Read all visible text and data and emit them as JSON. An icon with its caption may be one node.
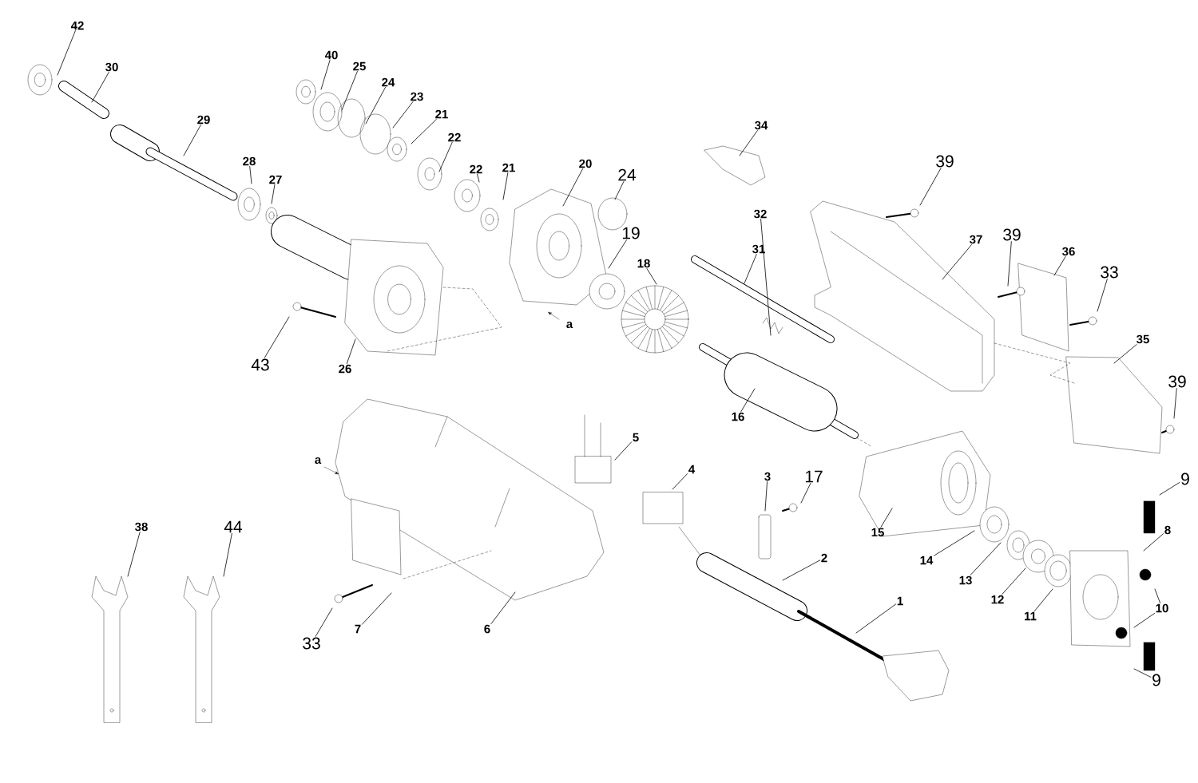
{
  "diagram": {
    "nodes": [
      {
        "text": [
          "42"
        ]
      },
      {
        "text": [
          "30"
        ]
      },
      {
        "text": [
          "29"
        ]
      },
      {
        "text": [
          "28"
        ]
      },
      {
        "text": [
          "27"
        ]
      },
      {
        "text": [
          "40"
        ]
      },
      {
        "text": [
          "25"
        ]
      },
      {
        "text": [
          "24"
        ]
      },
      {
        "text": [
          "23"
        ]
      },
      {
        "text": [
          "21"
        ]
      },
      {
        "text": [
          "22"
        ]
      },
      {
        "text": [
          "22"
        ]
      },
      {
        "text": [
          "21"
        ]
      },
      {
        "text": [
          "20"
        ]
      },
      {
        "text": [
          "24"
        ]
      },
      {
        "text": [
          "19"
        ]
      },
      {
        "text": [
          "18"
        ]
      },
      {
        "text": [
          "34"
        ]
      },
      {
        "text": [
          "32"
        ]
      },
      {
        "text": [
          "31"
        ]
      },
      {
        "text": [
          "39"
        ]
      },
      {
        "text": [
          "37"
        ]
      },
      {
        "text": [
          "39"
        ]
      },
      {
        "text": [
          "36"
        ]
      },
      {
        "text": [
          "33"
        ]
      },
      {
        "text": [
          "35"
        ]
      },
      {
        "text": [
          "39"
        ]
      },
      {
        "text": [
          "43"
        ]
      },
      {
        "text": [
          "26"
        ]
      },
      {
        "text": [
          "16"
        ]
      },
      {
        "text": [
          "5"
        ]
      },
      {
        "text": [
          "4"
        ]
      },
      {
        "text": [
          "3"
        ]
      },
      {
        "text": [
          "17"
        ]
      },
      {
        "text": [
          "15"
        ]
      },
      {
        "text": [
          "14"
        ]
      },
      {
        "text": [
          "13"
        ]
      },
      {
        "text": [
          "12"
        ]
      },
      {
        "text": [
          "11"
        ]
      },
      {
        "text": [
          "9"
        ]
      },
      {
        "text": [
          "8"
        ]
      },
      {
        "text": [
          "10"
        ]
      },
      {
        "text": [
          "9"
        ]
      },
      {
        "text": [
          "2"
        ]
      },
      {
        "text": [
          "1"
        ]
      },
      {
        "text": [
          "6"
        ]
      },
      {
        "text": [
          "7"
        ]
      },
      {
        "text": [
          "33"
        ]
      },
      {
        "text": [
          "38"
        ]
      },
      {
        "text": [
          "44"
        ]
      }
    ],
    "edges": [
      {
        "from": 0,
        "to": null,
        "arrow": "none"
      },
      {
        "from": 1,
        "to": null,
        "arrow": "none"
      },
      {
        "from": 2,
        "to": null,
        "arrow": "none"
      },
      {
        "from": 3,
        "to": null,
        "arrow": "none"
      },
      {
        "from": 4,
        "to": null,
        "arrow": "none"
      },
      {
        "from": 5,
        "to": null,
        "arrow": "none"
      },
      {
        "from": 6,
        "to": null,
        "arrow": "none"
      },
      {
        "from": 7,
        "to": null,
        "arrow": "none"
      },
      {
        "from": 8,
        "to": null,
        "arrow": "none"
      },
      {
        "from": 9,
        "to": null,
        "arrow": "none"
      },
      {
        "from": 10,
        "to": null,
        "arrow": "none"
      },
      {
        "from": 11,
        "to": null,
        "arrow": "none"
      },
      {
        "from": 12,
        "to": null,
        "arrow": "none"
      },
      {
        "from": 13,
        "to": null,
        "arrow": "none"
      },
      {
        "from": 14,
        "to": null,
        "arrow": "none"
      },
      {
        "from": 15,
        "to": null,
        "arrow": "none"
      },
      {
        "from": 16,
        "to": null,
        "arrow": "none"
      },
      {
        "from": 17,
        "to": null,
        "arrow": "none"
      },
      {
        "from": 18,
        "to": null,
        "arrow": "none"
      },
      {
        "from": 19,
        "to": null,
        "arrow": "none"
      },
      {
        "from": 20,
        "to": null,
        "arrow": "none"
      },
      {
        "from": 21,
        "to": null,
        "arrow": "none"
      },
      {
        "from": 22,
        "to": null,
        "arrow": "none"
      },
      {
        "from": 23,
        "to": null,
        "arrow": "none"
      },
      {
        "from": 24,
        "to": null,
        "arrow": "none"
      },
      {
        "from": 25,
        "to": null,
        "arrow": "none"
      },
      {
        "from": 26,
        "to": null,
        "arrow": "none"
      },
      {
        "from": 27,
        "to": null,
        "arrow": "none"
      },
      {
        "from": 28,
        "to": null,
        "arrow": "none"
      },
      {
        "from": 29,
        "to": null,
        "arrow": "none"
      },
      {
        "from": 30,
        "to": null,
        "arrow": "none"
      },
      {
        "from": 31,
        "to": null,
        "arrow": "none"
      },
      {
        "from": 32,
        "to": null,
        "arrow": "none"
      },
      {
        "from": 33,
        "to": null,
        "arrow": "none"
      },
      {
        "from": 34,
        "to": null,
        "arrow": "none"
      },
      {
        "from": 35,
        "to": null,
        "arrow": "none"
      },
      {
        "from": 36,
        "to": null,
        "arrow": "none"
      },
      {
        "from": 37,
        "to": null,
        "arrow": "none"
      },
      {
        "from": 38,
        "to": null,
        "arrow": "none"
      },
      {
        "from": 39,
        "to": null,
        "arrow": "none"
      },
      {
        "from": 40,
        "to": null,
        "arrow": "none"
      },
      {
        "from": 41,
        "to": null,
        "arrow": "none"
      },
      {
        "from": 41,
        "to": null,
        "arrow": "none"
      },
      {
        "from": 42,
        "to": null,
        "arrow": "none"
      },
      {
        "from": 43,
        "to": null,
        "arrow": "none"
      },
      {
        "from": 44,
        "to": null,
        "arrow": "none"
      },
      {
        "from": 45,
        "to": null,
        "arrow": "none"
      },
      {
        "from": 46,
        "to": null,
        "arrow": "none"
      },
      {
        "from": 47,
        "to": null,
        "arrow": "none"
      },
      {
        "from": 48,
        "to": null,
        "arrow": "none"
      },
      {
        "from": 49,
        "to": null,
        "arrow": "none"
      }
    ],
    "labels": [
      "a",
      "a"
    ]
  }
}
